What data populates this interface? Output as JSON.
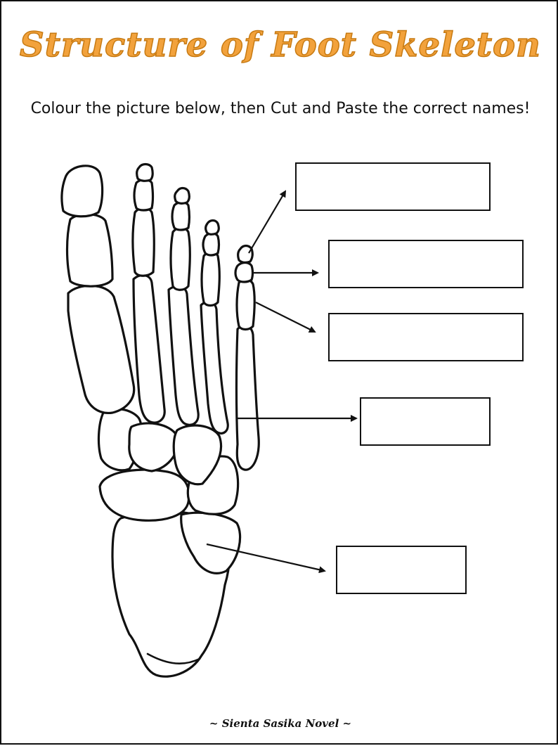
{
  "worksheet": {
    "title": "Structure of Foot Skeleton",
    "instruction": "Colour the picture below, then Cut and Paste the correct names!",
    "footer": "~ Sienta Sasika Novel ~",
    "title_color": "#f2a23c",
    "label_boxes": [
      "",
      "",
      "",
      "",
      ""
    ]
  }
}
